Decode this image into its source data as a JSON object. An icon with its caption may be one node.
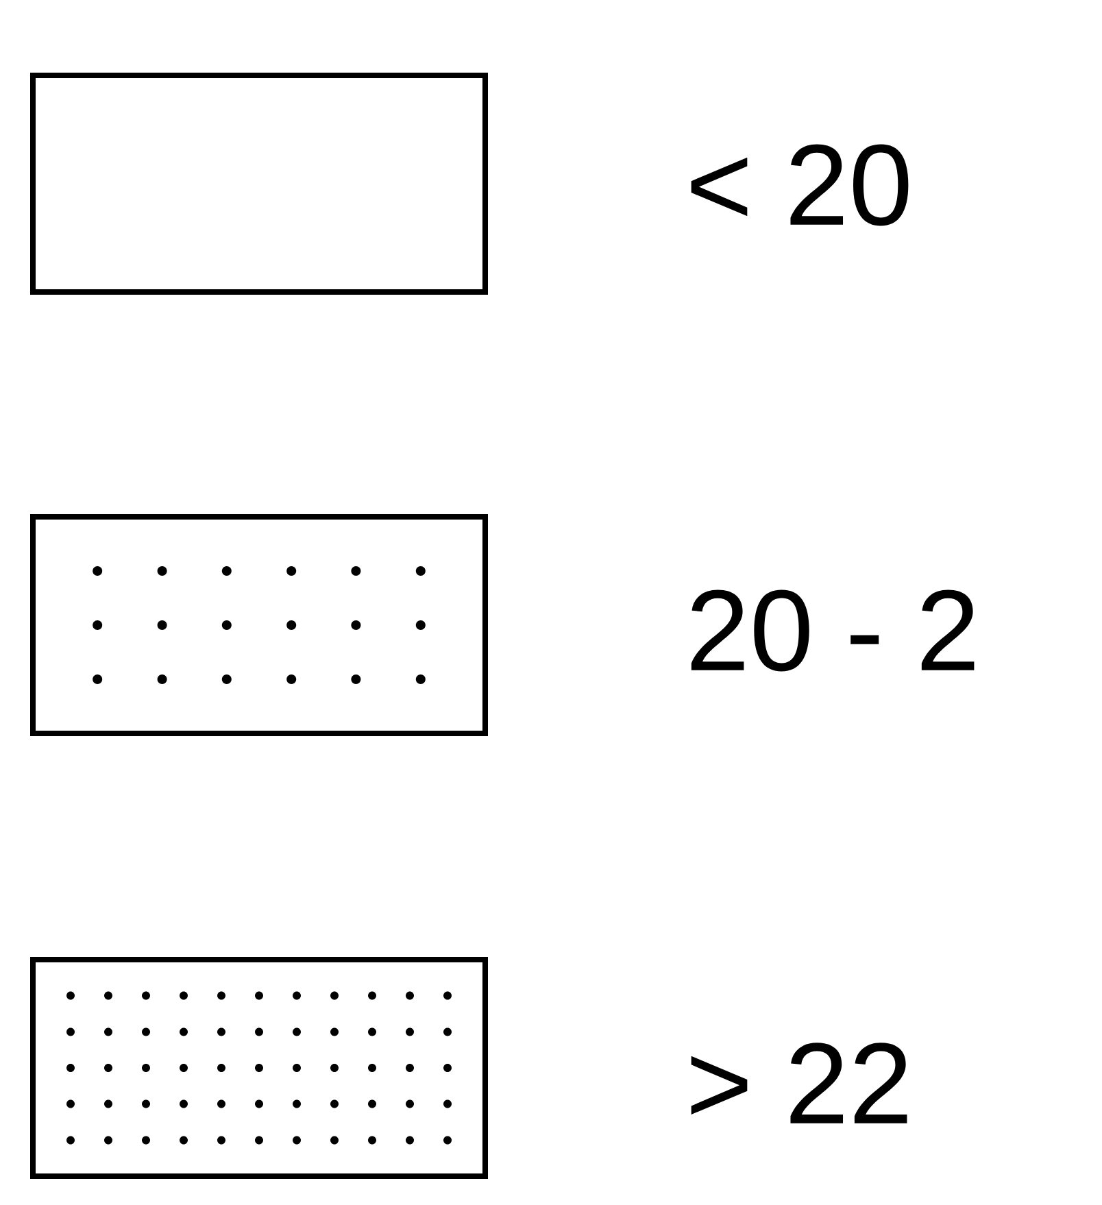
{
  "diagram": {
    "legend": [
      {
        "text": "< 20"
      },
      {
        "text": "20 - 2"
      },
      {
        "text": "> 22"
      }
    ]
  }
}
